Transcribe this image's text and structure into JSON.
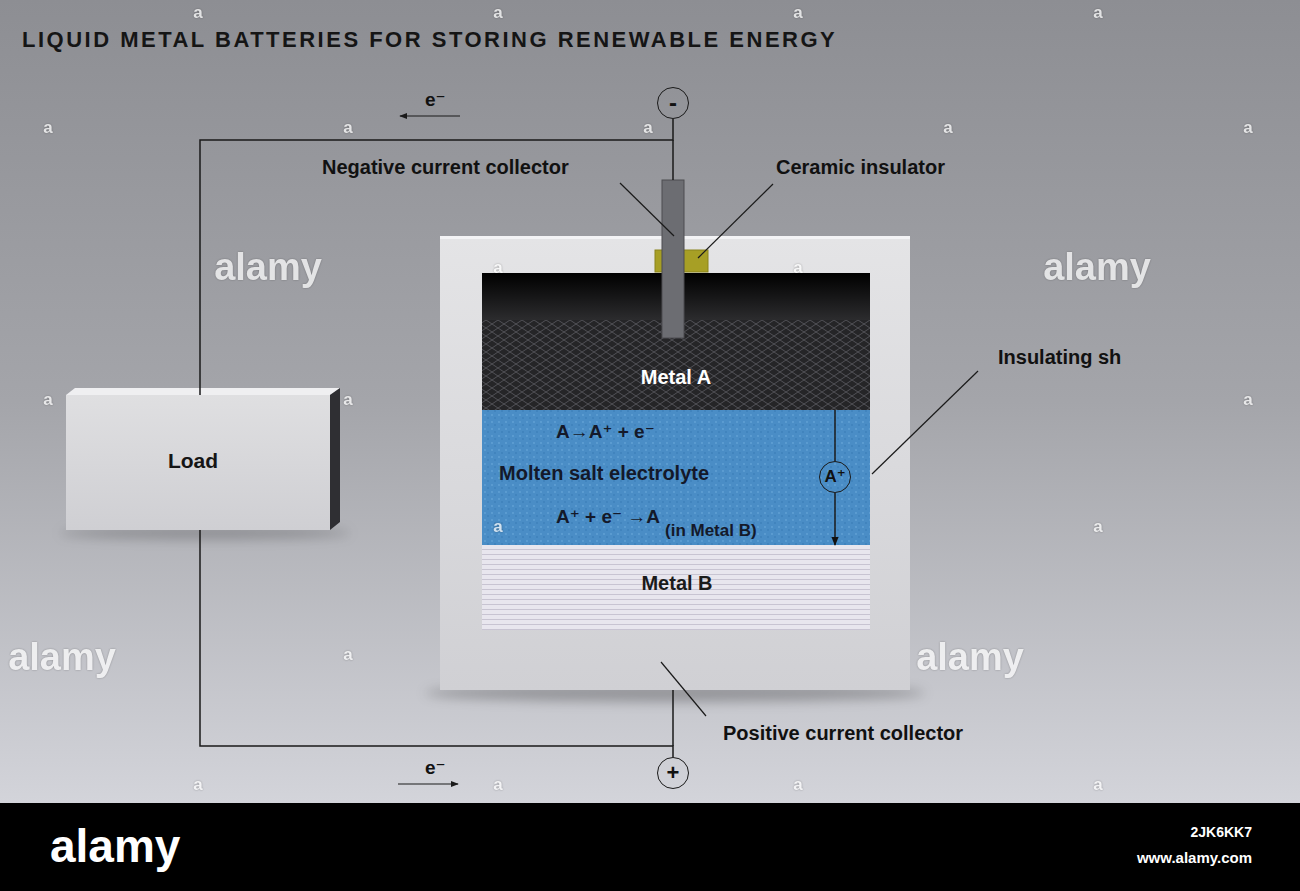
{
  "diagram": {
    "title": "LIQUID METAL BATTERIES FOR STORING RENEWABLE ENERGY",
    "nodes": [
      {
        "text": [
          "-"
        ]
      },
      {
        "text": [
          "Load"
        ]
      },
      {
        "text": [
          "Metal A"
        ]
      },
      {
        "text": [
          "A→A⁺ + e⁻",
          "Molten salt electrolyte",
          "A⁺ + e⁻ →A",
          "(in Metal B)"
        ]
      },
      {
        "text": [
          "A⁺"
        ],
        "in": 3
      },
      {
        "text": [
          "Metal B"
        ]
      },
      {
        "text": [
          "+"
        ]
      }
    ],
    "edges": [
      {
        "from": 1,
        "to": 0,
        "arrow": "none"
      },
      {
        "from": 1,
        "to": 6,
        "arrow": "none"
      },
      {
        "from": 2,
        "to": 4,
        "arrow": "none"
      },
      {
        "from": 4,
        "to": 5,
        "arrow": "to"
      }
    ],
    "labels": [
      "e⁻",
      "Negative current collector",
      "Ceramic insulator",
      "Insulating sh",
      "Positive current collector",
      "e⁻",
      "alamy",
      "alamy",
      "alamy",
      "alamy",
      "a",
      "a",
      "a",
      "a",
      "a",
      "a",
      "a",
      "a",
      "a",
      "a",
      "a",
      "a",
      "a",
      "a",
      "a",
      "a",
      "a",
      "a",
      "a",
      "a",
      "a",
      "alamy",
      "2JK6KK7",
      "www.alamy.com"
    ]
  }
}
